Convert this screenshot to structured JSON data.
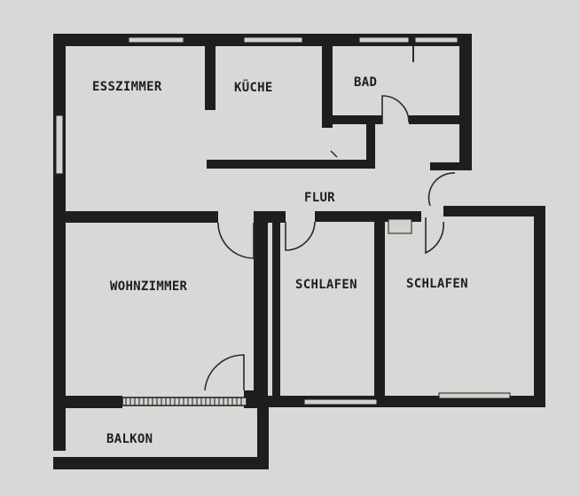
{
  "plan": {
    "colors": {
      "paper": "#d9d8d6",
      "wall": "#1e1e1e",
      "window": "#d3d2cf",
      "door_arc": "#2a2a2a"
    },
    "rooms": {
      "esszimmer": "ESSZIMMER",
      "kueche": "KÜCHE",
      "bad": "BAD",
      "flur": "FLUR",
      "wohnzimmer": "WOHNZIMMER",
      "schlafen_1": "SCHLAFEN",
      "schlafen_2": "SCHLAFEN",
      "balkon": "BALKON"
    }
  }
}
